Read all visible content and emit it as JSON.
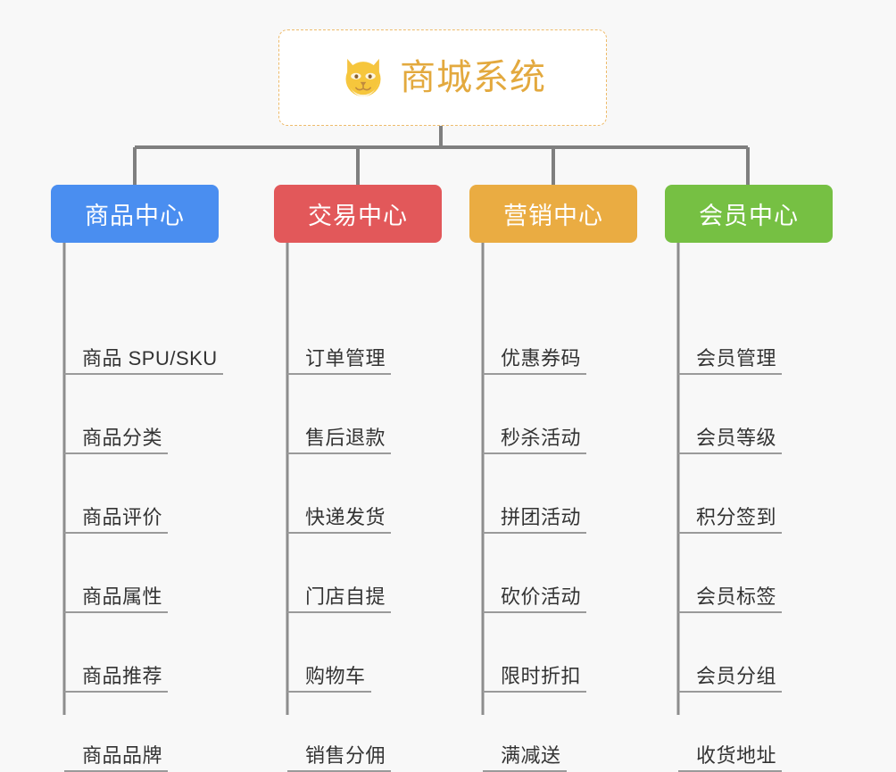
{
  "diagram": {
    "type": "org-chart",
    "background_color": "#f8f8f8",
    "root": {
      "title": "商城系统",
      "icon": "shiba-dog-face-emoji",
      "title_color": "#e3a93e",
      "border_color": "#eebb6b",
      "background_color": "#ffffff"
    },
    "connector_color": "#7f7f7f",
    "leaf_rule_color": "#9a9a9a",
    "columns": [
      {
        "key": "product",
        "header": "商品中心",
        "color": "#4a8ef0",
        "items": [
          "商品 SPU/SKU",
          "商品分类",
          "商品评价",
          "商品属性",
          "商品推荐",
          "商品品牌"
        ]
      },
      {
        "key": "trade",
        "header": "交易中心",
        "color": "#e2585a",
        "items": [
          "订单管理",
          "售后退款",
          "快递发货",
          "门店自提",
          "购物车",
          "销售分佣"
        ]
      },
      {
        "key": "marketing",
        "header": "营销中心",
        "color": "#eaac42",
        "items": [
          "优惠券码",
          "秒杀活动",
          "拼团活动",
          "砍价活动",
          "限时折扣",
          "满减送"
        ]
      },
      {
        "key": "member",
        "header": "会员中心",
        "color": "#76c043",
        "items": [
          "会员管理",
          "会员等级",
          "积分签到",
          "会员标签",
          "会员分组",
          "收货地址"
        ]
      }
    ]
  }
}
